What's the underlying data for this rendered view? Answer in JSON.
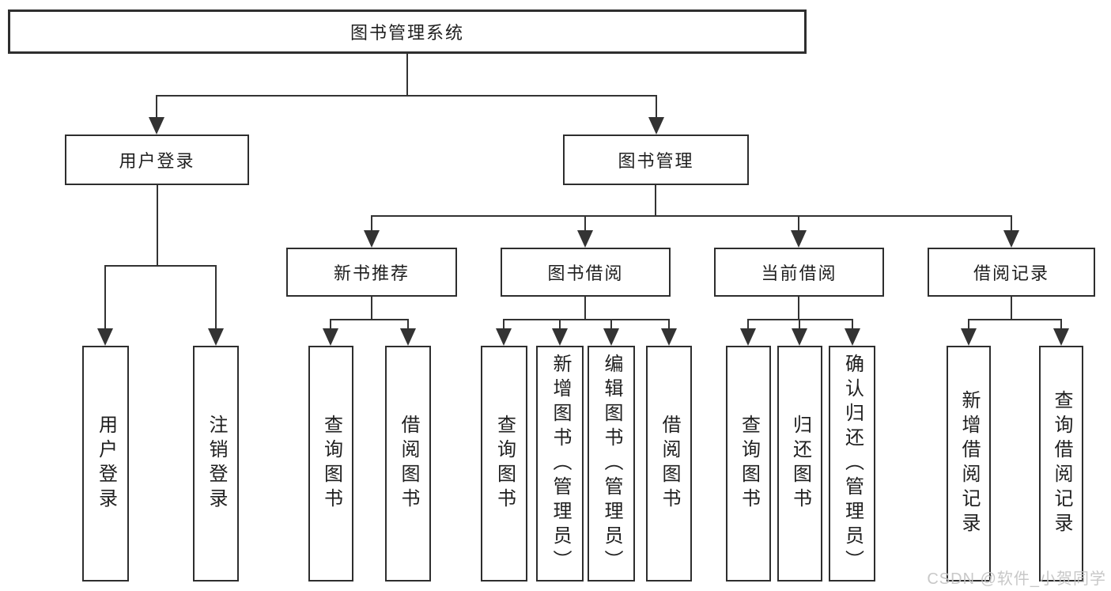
{
  "tree": {
    "root": {
      "label": "图书管理系统"
    },
    "branches": [
      {
        "label": "用户登录",
        "children": [
          {
            "label": "用户登录"
          },
          {
            "label": "注销登录"
          }
        ]
      },
      {
        "label": "图书管理",
        "children": [
          {
            "label": "新书推荐",
            "children": [
              {
                "label": "查询图书"
              },
              {
                "label": "借阅图书"
              }
            ]
          },
          {
            "label": "图书借阅",
            "children": [
              {
                "label": "查询图书"
              },
              {
                "label": "新增图书（管理员）"
              },
              {
                "label": "编辑图书（管理员）"
              },
              {
                "label": "借阅图书"
              }
            ]
          },
          {
            "label": "当前借阅",
            "children": [
              {
                "label": "查询图书"
              },
              {
                "label": "归还图书"
              },
              {
                "label": "确认归还（管理员）"
              }
            ]
          },
          {
            "label": "借阅记录",
            "children": [
              {
                "label": "新增借阅记录"
              },
              {
                "label": "查询借阅记录"
              }
            ]
          }
        ]
      }
    ]
  },
  "watermark": "CSDN @软件_小贺同学",
  "colors": {
    "line": "#333333",
    "box_border": "#2e2e2e",
    "text": "#1f1f1f",
    "watermark": "#c3c3c3",
    "background": "#ffffff"
  }
}
